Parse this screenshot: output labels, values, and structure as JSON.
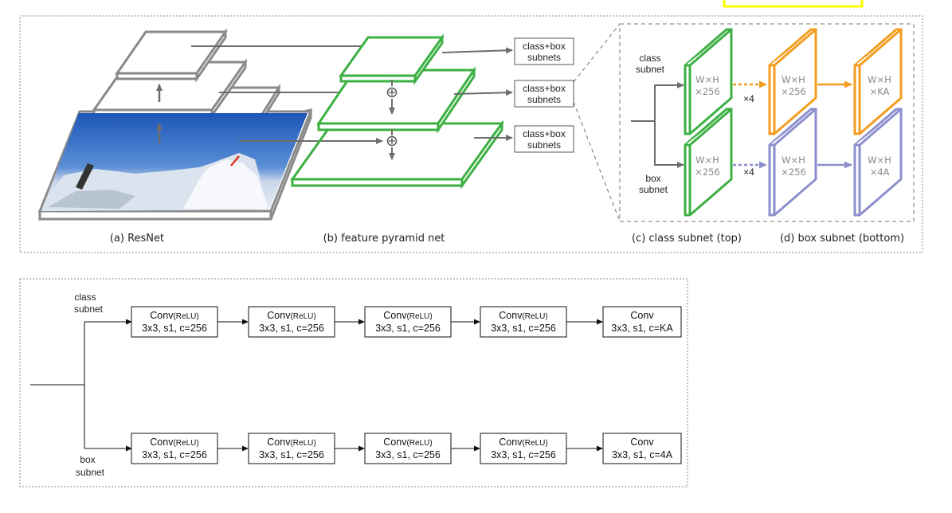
{
  "top": {
    "captions": {
      "resnet": "(a) ResNet",
      "fpn": "(b) feature pyramid net",
      "class_subnet": "(c) class subnet (top)",
      "box_subnet": "(d) box subnet (bottom)"
    },
    "subnet_boxes": [
      {
        "line1": "class+box",
        "line2": "subnets"
      },
      {
        "line1": "class+box",
        "line2": "subnets"
      },
      {
        "line1": "class+box",
        "line2": "subnets"
      }
    ],
    "side_labels": {
      "class": {
        "line1": "class",
        "line2": "subnet"
      },
      "box": {
        "line1": "box",
        "line2": "subnet"
      }
    },
    "repeat_label": "×4",
    "plus_symbol": "⊕",
    "feature_maps": {
      "class_green": {
        "line1": "W×H",
        "line2": "×256"
      },
      "class_orange_1": {
        "line1": "W×H",
        "line2": "×256"
      },
      "class_orange_2": {
        "line1": "W×H",
        "line2": "×KA"
      },
      "box_green": {
        "line1": "W×H",
        "line2": "×256"
      },
      "box_purple_1": {
        "line1": "W×H",
        "line2": "×256"
      },
      "box_purple_2": {
        "line1": "W×H",
        "line2": "×4A"
      }
    },
    "colors": {
      "green": "#3cb043",
      "orange": "#f39c1e",
      "purple": "#8b8fcc",
      "gray": "#8a8a8a",
      "highlight": "#ffff00"
    }
  },
  "bottom": {
    "side_labels": {
      "class": {
        "line1": "class",
        "line2": "subnet"
      },
      "box": {
        "line1": "box",
        "line2": "subnet"
      }
    },
    "class_row": [
      {
        "conv": "Conv",
        "act": "(ReLU)",
        "spec": "3x3, s1, c=256"
      },
      {
        "conv": "Conv",
        "act": "(ReLU)",
        "spec": "3x3, s1, c=256"
      },
      {
        "conv": "Conv",
        "act": "(ReLU)",
        "spec": "3x3, s1, c=256"
      },
      {
        "conv": "Conv",
        "act": "(ReLU)",
        "spec": "3x3, s1, c=256"
      },
      {
        "conv": "Conv",
        "act": "",
        "spec": "3x3, s1, c=KA"
      }
    ],
    "box_row": [
      {
        "conv": "Conv",
        "act": "(ReLU)",
        "spec": "3x3, s1, c=256"
      },
      {
        "conv": "Conv",
        "act": "(ReLU)",
        "spec": "3x3, s1, c=256"
      },
      {
        "conv": "Conv",
        "act": "(ReLU)",
        "spec": "3x3, s1, c=256"
      },
      {
        "conv": "Conv",
        "act": "(ReLU)",
        "spec": "3x3, s1, c=256"
      },
      {
        "conv": "Conv",
        "act": "",
        "spec": "3x3, s1, c=4A"
      }
    ]
  }
}
